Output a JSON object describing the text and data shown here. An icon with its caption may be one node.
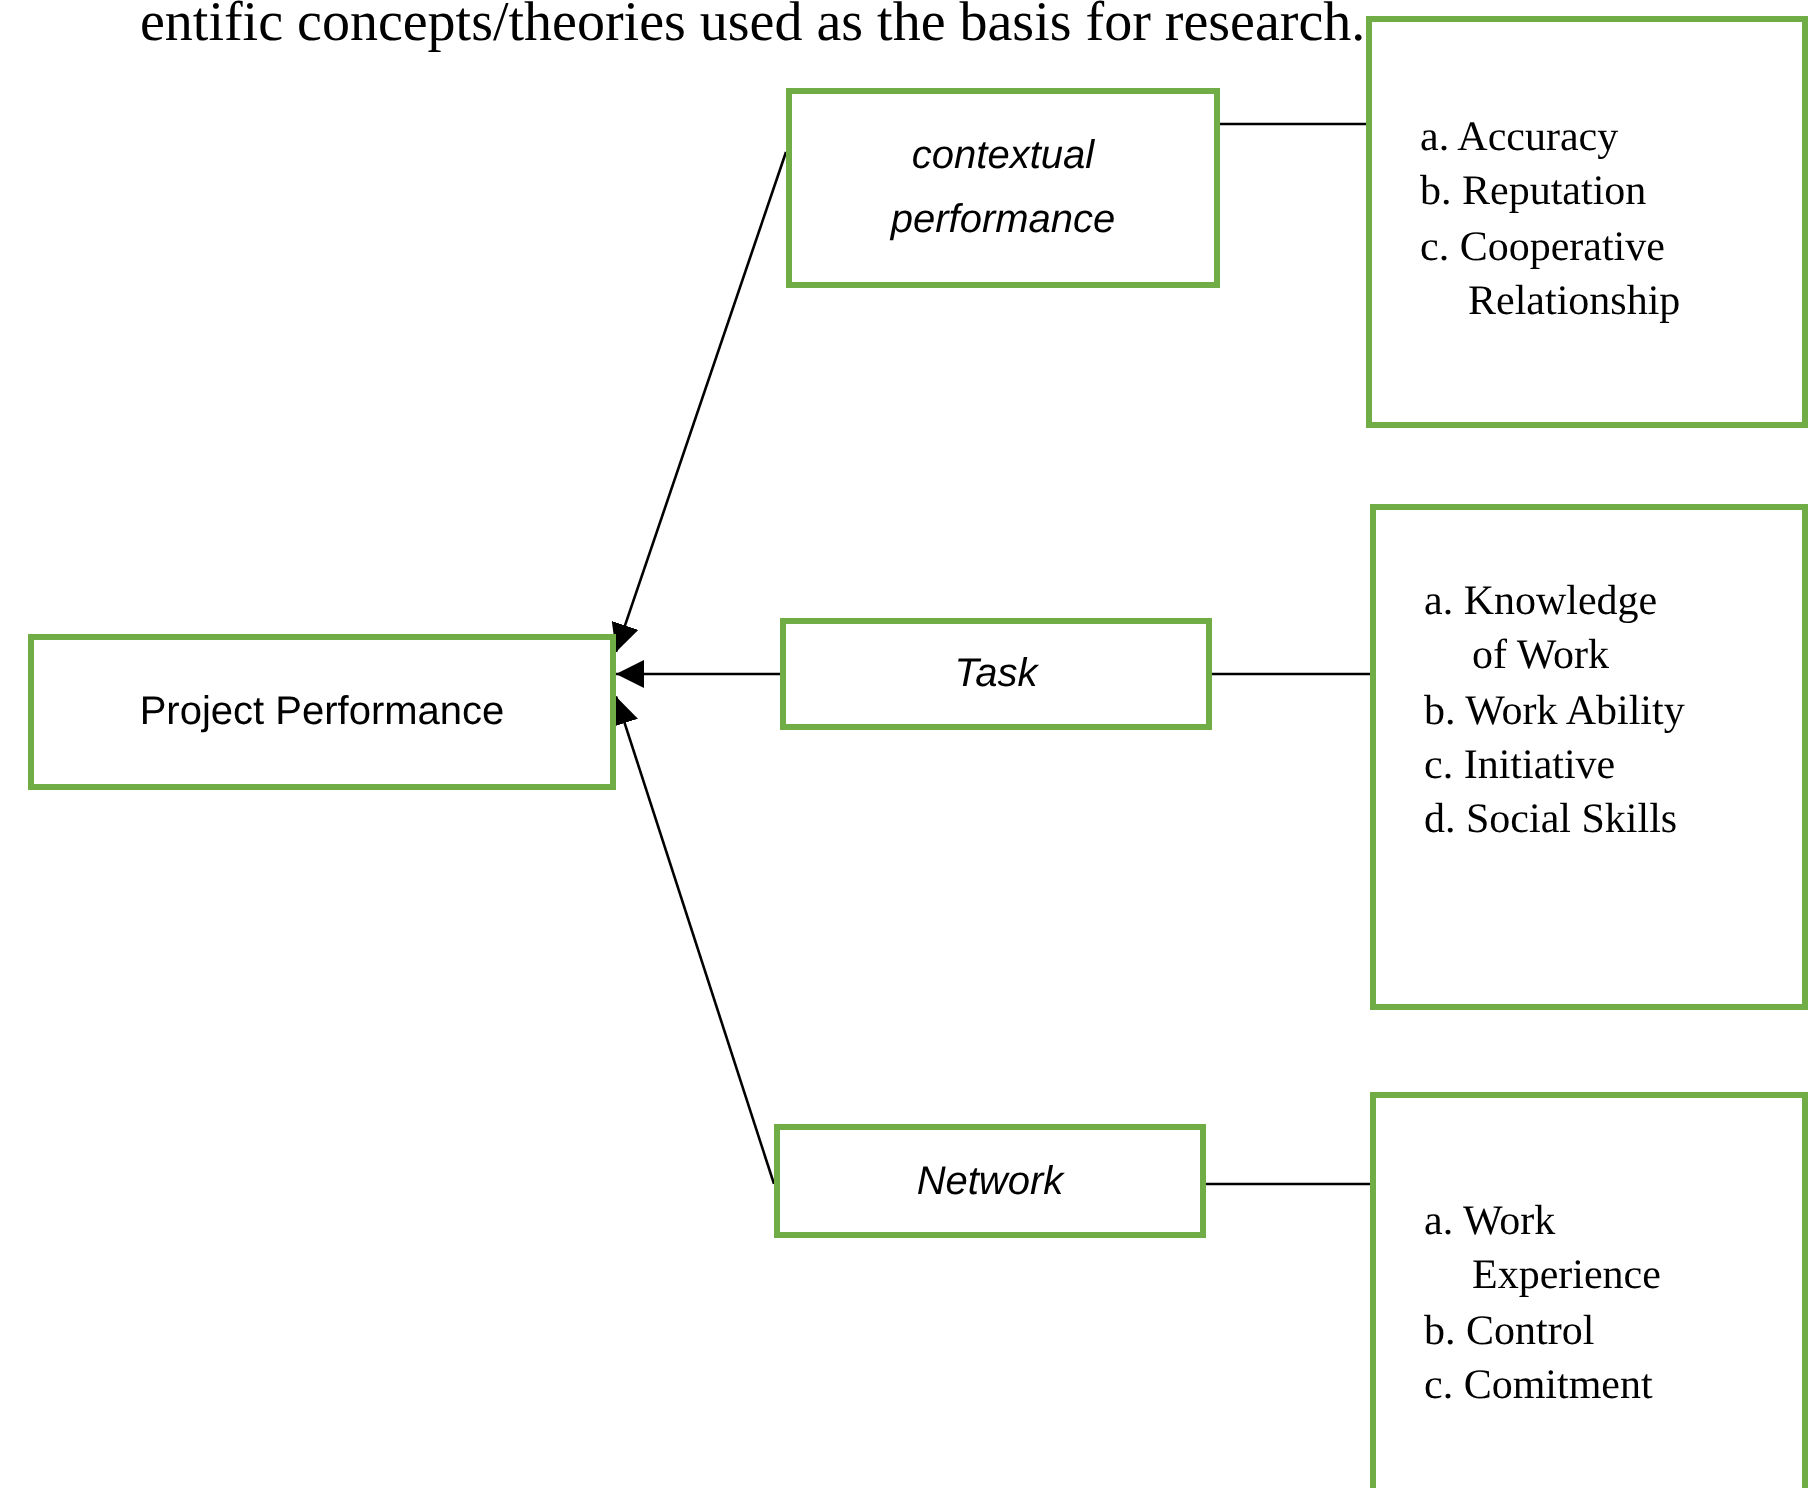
{
  "diagram": {
    "nodes": [
      {
        "text": [
          "Project Performance"
        ]
      },
      {
        "text": [
          "contextual performance"
        ]
      },
      {
        "text": [
          "Task"
        ]
      },
      {
        "text": [
          "Network"
        ]
      },
      {
        "text": [
          "a. Accuracy",
          "b. Reputation",
          "c. Cooperative Relationship"
        ]
      },
      {
        "text": [
          "a. Knowledge of Work",
          "b. Work Ability",
          "c. Initiative",
          "d. Social Skills"
        ]
      },
      {
        "text": [
          "a. Work Experience",
          "b. Control",
          "c. Comitment"
        ]
      }
    ],
    "edges": [
      {
        "from": 1,
        "to": 0,
        "arrow": "to"
      },
      {
        "from": 2,
        "to": 0,
        "arrow": "to"
      },
      {
        "from": 3,
        "to": 0,
        "arrow": "to"
      },
      {
        "from": 1,
        "to": 4,
        "arrow": "none"
      },
      {
        "from": 2,
        "to": 5,
        "arrow": "none"
      },
      {
        "from": 3,
        "to": 6,
        "arrow": "none"
      }
    ],
    "labels": [
      "entific concepts/theories used as the basis for research."
    ]
  }
}
